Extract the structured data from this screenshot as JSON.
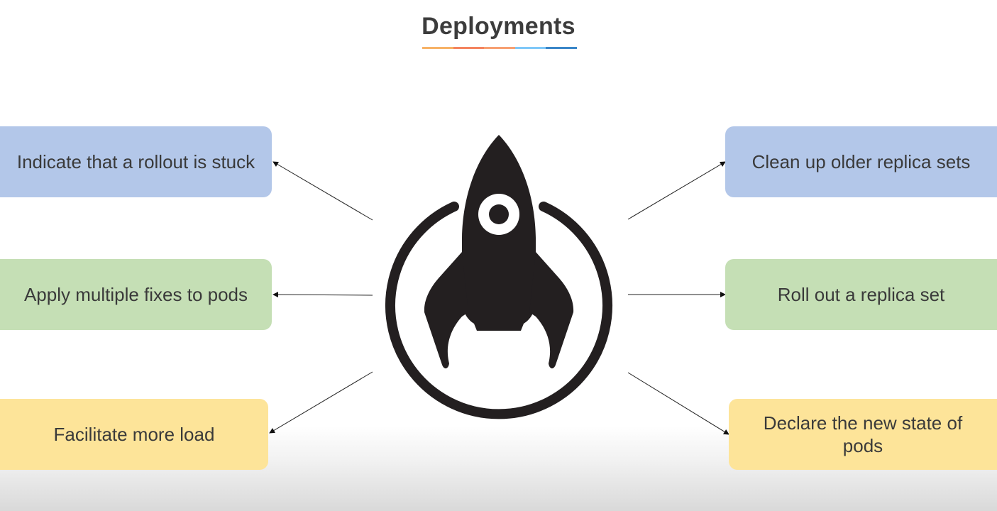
{
  "title": "Deployments",
  "title_underline_colors": [
    "#f7b267",
    "#f4845f",
    "#f7a072",
    "#7fc8f8",
    "#3a86c8"
  ],
  "colors": {
    "blue_box": "#b3c7e9",
    "green_box": "#c5dfb5",
    "yellow_box": "#fde499",
    "rocket": "#231f20"
  },
  "center_icon": "rocket-icon",
  "left_items": [
    {
      "label": "Indicate that a rollout is stuck",
      "color": "blue"
    },
    {
      "label": "Apply multiple fixes to pods",
      "color": "green"
    },
    {
      "label": "Facilitate more load",
      "color": "yellow"
    }
  ],
  "right_items": [
    {
      "label": "Clean up older replica sets",
      "color": "blue"
    },
    {
      "label": "Roll out a replica set",
      "color": "green"
    },
    {
      "label": "Declare the new state of pods",
      "color": "yellow"
    }
  ]
}
